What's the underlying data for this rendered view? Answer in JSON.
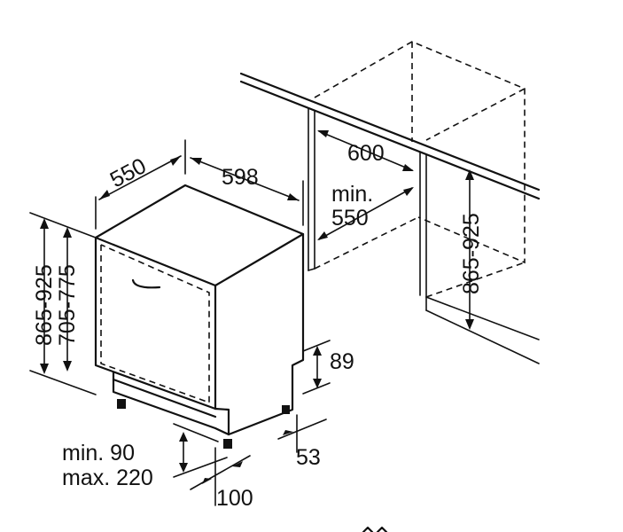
{
  "dimensions": {
    "depth_550": "550",
    "width_598": "598",
    "height_range_left": "865-925",
    "inner_height_range": "705-775",
    "niche_width_600": "600",
    "niche_min_label": "min.",
    "niche_min_value": "550",
    "niche_height_range": "865-925",
    "plinth_89": "89",
    "foot_53": "53",
    "plinth_min_label": "min. 90",
    "plinth_max_label": "max. 220",
    "plinth_depth_100": "100"
  }
}
